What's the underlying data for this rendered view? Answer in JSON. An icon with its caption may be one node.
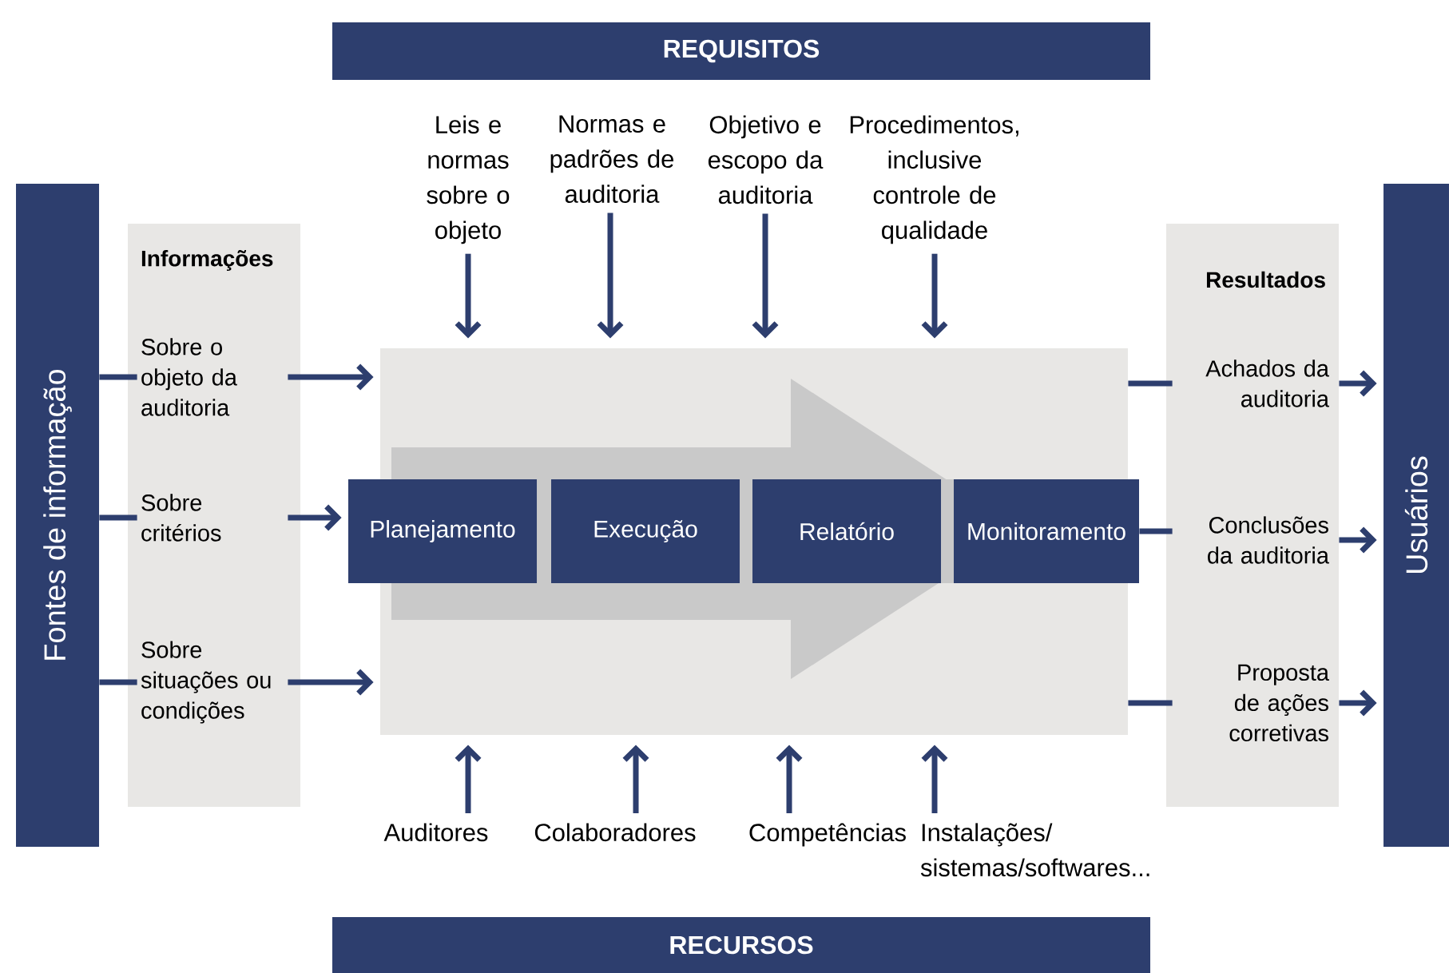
{
  "diagram": {
    "nodes": [
      {
        "text": [
          "REQUISITOS"
        ]
      },
      {
        "text": [
          "Fontes de informação"
        ]
      },
      {
        "text": [
          "Informações"
        ]
      },
      {
        "text": [
          "Sobre o objeto da auditoria"
        ],
        "in": 2
      },
      {
        "text": [
          "Sobre critérios"
        ],
        "in": 2
      },
      {
        "text": [
          "Sobre situações ou condições"
        ],
        "in": 2
      },
      {
        "text": [],
        "shape": "box"
      },
      {
        "text": [],
        "shape": "arrow",
        "in": 6
      },
      {
        "text": [
          "Planejamento"
        ]
      },
      {
        "text": [
          "Execução"
        ],
        "in": 7
      },
      {
        "text": [
          "Relatório"
        ],
        "in": 7
      },
      {
        "text": [
          "Monitoramento"
        ]
      },
      {
        "text": [
          "Resultados"
        ]
      },
      {
        "text": [
          "Achados da auditoria"
        ],
        "in": 12
      },
      {
        "text": [
          "Conclusões da auditoria"
        ],
        "in": 12
      },
      {
        "text": [
          "Proposta de ações corretivas"
        ],
        "in": 12
      },
      {
        "text": [
          "Usuários"
        ]
      },
      {
        "text": [
          "Leis e normas sobre o objeto"
        ]
      },
      {
        "text": [
          "Normas e padrões de auditoria"
        ]
      },
      {
        "text": [
          "Objetivo e escopo da auditoria"
        ]
      },
      {
        "text": [
          "Procedimentos, inclusive controle de qualidade"
        ]
      },
      {
        "text": [
          "Auditores"
        ]
      },
      {
        "text": [
          "Colaboradores"
        ]
      },
      {
        "text": [
          "Competências"
        ]
      },
      {
        "text": [
          "Instalações/ sistemas/softwares..."
        ]
      },
      {
        "text": [
          "RECURSOS"
        ]
      }
    ],
    "edges": [
      {
        "from": 1,
        "to": 3,
        "arrow": "none"
      },
      {
        "from": 1,
        "to": 4,
        "arrow": "none"
      },
      {
        "from": 1,
        "to": 5,
        "arrow": "none"
      },
      {
        "from": 3,
        "to": 6,
        "arrow": "to"
      },
      {
        "from": 4,
        "to": 8,
        "arrow": "to"
      },
      {
        "from": 5,
        "to": 6,
        "arrow": "to"
      },
      {
        "from": 6,
        "to": 13,
        "arrow": "none"
      },
      {
        "from": 11,
        "to": 14,
        "arrow": "none"
      },
      {
        "from": 6,
        "to": 15,
        "arrow": "none"
      },
      {
        "from": 13,
        "to": 16,
        "arrow": "to"
      },
      {
        "from": 14,
        "to": 16,
        "arrow": "to"
      },
      {
        "from": 15,
        "to": 16,
        "arrow": "to"
      },
      {
        "from": 17,
        "to": 6,
        "arrow": "to"
      },
      {
        "from": 18,
        "to": 6,
        "arrow": "to"
      },
      {
        "from": 19,
        "to": 6,
        "arrow": "to"
      },
      {
        "from": 20,
        "to": 6,
        "arrow": "to"
      },
      {
        "from": 21,
        "to": 6,
        "arrow": "to"
      },
      {
        "from": 22,
        "to": 6,
        "arrow": "to"
      },
      {
        "from": 23,
        "to": 6,
        "arrow": "to"
      },
      {
        "from": 24,
        "to": 6,
        "arrow": "to"
      }
    ]
  }
}
